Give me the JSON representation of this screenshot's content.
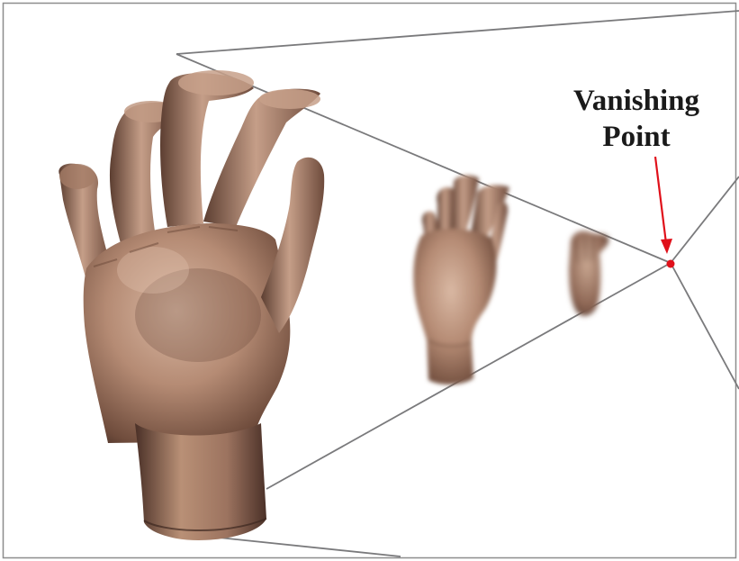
{
  "figure": {
    "label_line_1": "Vanishing",
    "label_line_2": "Point",
    "colors": {
      "frame": "#8d8d8d",
      "perspective_line": "#7a7a7c",
      "vanishing_point": "#e0101a",
      "arrow": "#e0101a",
      "label": "#1a1a1a",
      "hand_skin": "#b08670"
    },
    "icons": [
      "hand-near",
      "hand-middle",
      "hand-far",
      "vanishing-point-dot",
      "pointer-arrow"
    ]
  }
}
